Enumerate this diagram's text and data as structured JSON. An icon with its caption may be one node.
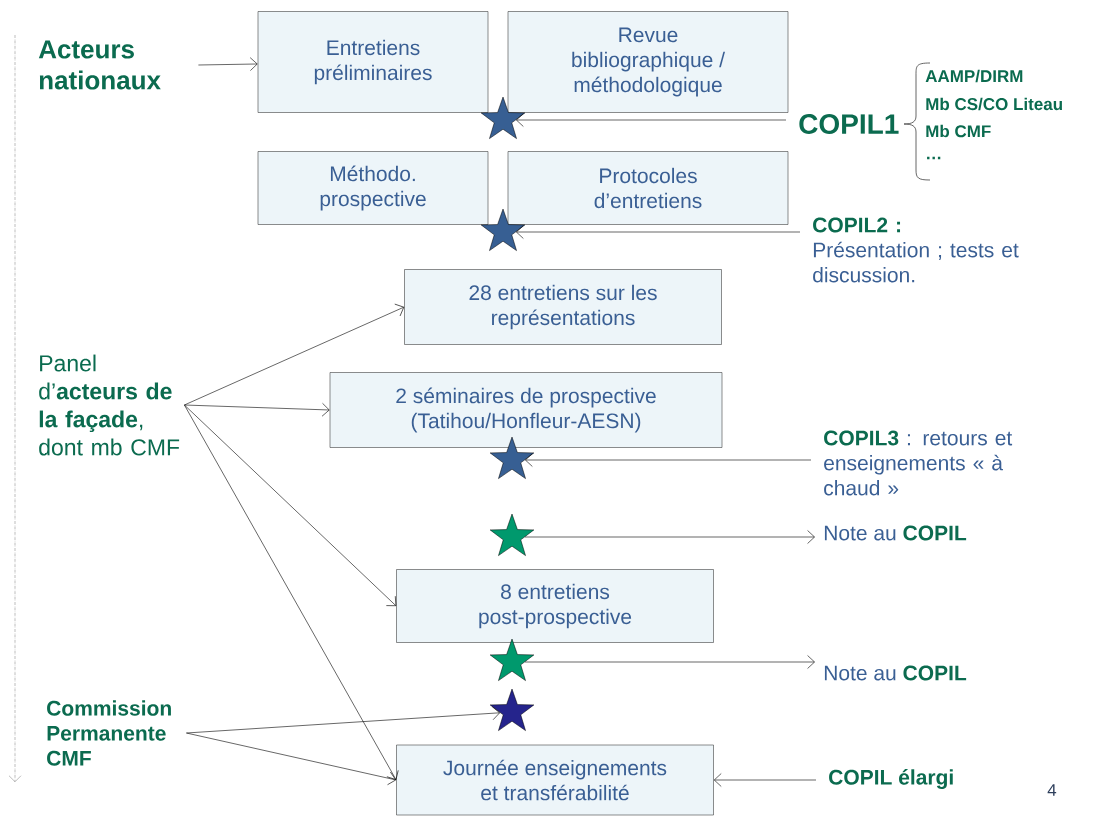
{
  "diagram": {
    "nodes": [
      {
        "text": [
          "Entretiens préliminaires"
        ]
      },
      {
        "text": [
          "Revue bibliographique / méthodologique"
        ]
      },
      {
        "text": [],
        "shape": "star"
      },
      {
        "text": [
          "Méthodo. prospective"
        ]
      },
      {
        "text": [
          "Protocoles d’entretiens"
        ]
      },
      {
        "text": [],
        "shape": "star"
      },
      {
        "text": [
          "28 entretiens sur les représentations"
        ]
      },
      {
        "text": [
          "2 séminaires de prospective (Tatihou/Honfleur-AESN)"
        ]
      },
      {
        "text": [],
        "shape": "star"
      },
      {
        "text": [],
        "shape": "star"
      },
      {
        "text": [
          "8 entretiens post-prospective"
        ]
      },
      {
        "text": [],
        "shape": "star"
      },
      {
        "text": [],
        "shape": "star"
      },
      {
        "text": [
          "Journée enseignements et transférabilité"
        ]
      },
      {
        "text": [
          "Acteurs nationaux"
        ]
      },
      {
        "text": [
          "COPIL1"
        ]
      },
      {
        "text": [
          "COPIL2 :",
          "Présentation ;  tests et discussion."
        ]
      },
      {
        "text": [
          "**COPIL3** : retours et enseignements « à chaud »"
        ]
      },
      {
        "text": [
          "Note au **COPIL**"
        ]
      },
      {
        "text": [
          "Note au **COPIL**"
        ]
      },
      {
        "text": [
          "Panel d’**acteurs de la façade**, dont mb CMF"
        ]
      },
      {
        "text": [
          "Commission Permanente CMF"
        ]
      },
      {
        "text": [
          "COPIL élargi"
        ]
      }
    ],
    "edges": [
      {
        "from": 14,
        "to": 0,
        "arrow": "to"
      },
      {
        "from": 15,
        "to": 2,
        "arrow": "to"
      },
      {
        "from": 16,
        "to": 5,
        "arrow": "to"
      },
      {
        "from": 20,
        "to": 6,
        "arrow": "to"
      },
      {
        "from": 20,
        "to": 7,
        "arrow": "to"
      },
      {
        "from": 20,
        "to": 10,
        "arrow": "to"
      },
      {
        "from": 20,
        "to": 13,
        "arrow": "to"
      },
      {
        "from": 17,
        "to": 8,
        "arrow": "to"
      },
      {
        "from": 9,
        "to": 18,
        "arrow": "to"
      },
      {
        "from": 11,
        "to": 19,
        "arrow": "to"
      },
      {
        "from": 21,
        "to": 12,
        "arrow": "to"
      },
      {
        "from": 21,
        "to": 13,
        "arrow": "to"
      },
      {
        "from": 22,
        "to": 13,
        "arrow": "to"
      }
    ],
    "labels": [
      "AAMP/DIRM",
      "Mb CS/CO Liteau",
      "Mb CMF",
      "…",
      "4"
    ]
  }
}
